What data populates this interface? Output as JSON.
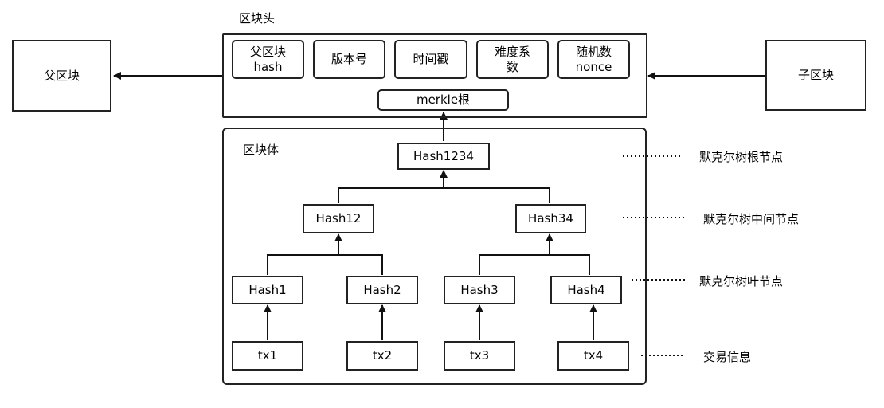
{
  "parent_block": {
    "label": "父区块"
  },
  "child_block": {
    "label": "子区块"
  },
  "block_header": {
    "title": "区块头",
    "fields": [
      {
        "line1": "父区块",
        "line2": "hash"
      },
      {
        "line1": "版本号",
        "line2": ""
      },
      {
        "line1": "时间戳",
        "line2": ""
      },
      {
        "line1": "难度系",
        "line2": "数"
      },
      {
        "line1": "随机数",
        "line2": "nonce"
      }
    ],
    "merkle_root": "merkle根"
  },
  "block_body": {
    "title": "区块体",
    "root": "Hash1234",
    "intermediate": [
      "Hash12",
      "Hash34"
    ],
    "leaves": [
      "Hash1",
      "Hash2",
      "Hash3",
      "Hash4"
    ],
    "transactions": [
      "tx1",
      "tx2",
      "tx3",
      "tx4"
    ]
  },
  "legend": {
    "root_node": "默克尔树根节点",
    "intermediate_node": "默克尔树中间节点",
    "leaf_node": "默克尔树叶节点",
    "transaction_info": "交易信息"
  }
}
